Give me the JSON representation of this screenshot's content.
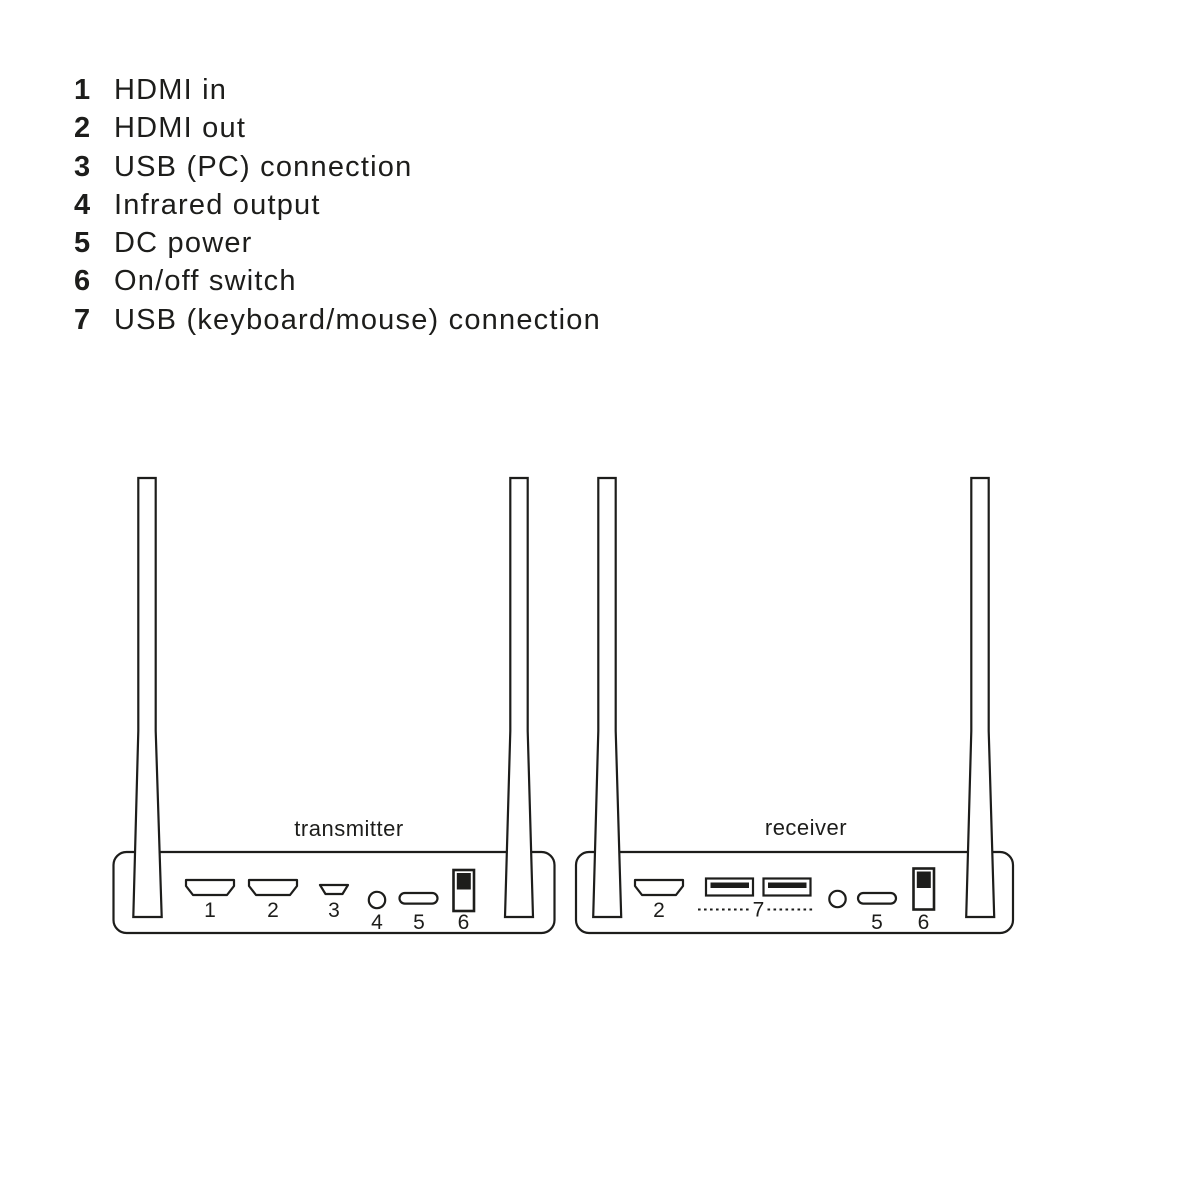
{
  "page": {
    "background": "#ffffff",
    "ink": "#1d1d1b"
  },
  "legend": {
    "items": [
      {
        "num": "1",
        "label": "HDMI in"
      },
      {
        "num": "2",
        "label": "HDMI out"
      },
      {
        "num": "3",
        "label": "USB (PC) connection"
      },
      {
        "num": "4",
        "label": "Infrared output"
      },
      {
        "num": "5",
        "label": "DC power"
      },
      {
        "num": "6",
        "label": "On/off switch"
      },
      {
        "num": "7",
        "label": "USB (keyboard/mouse) connection"
      }
    ]
  },
  "transmitter": {
    "title": "transmitter",
    "ports": {
      "hdmi_in": "1",
      "hdmi_out": "2",
      "usb_pc": "3",
      "ir_out": "4",
      "dc_power": "5",
      "power_switch": "6"
    }
  },
  "receiver": {
    "title": "receiver",
    "ports": {
      "hdmi_out": "2",
      "usb_kbm": "7",
      "dc_power": "5",
      "power_switch": "6"
    }
  }
}
